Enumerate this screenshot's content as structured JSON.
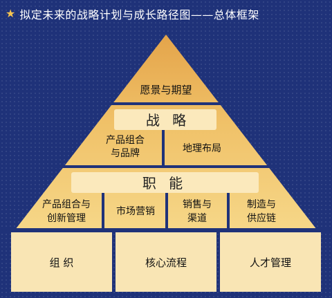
{
  "header": {
    "title": "拟定未来的战略计划与成长路径图——总体框架"
  },
  "pyramid": {
    "vision": "愿景与期望",
    "strategy_band": "战 略",
    "strategy_items": [
      {
        "line1": "产品组合",
        "line2": "与品牌"
      },
      {
        "line1": "地理布局",
        "line2": ""
      }
    ],
    "function_band": "职 能",
    "function_items": [
      {
        "line1": "产品组合与",
        "line2": "创新管理"
      },
      {
        "line1": "市场营销",
        "line2": ""
      },
      {
        "line1": "销售与",
        "line2": "渠道"
      },
      {
        "line1": "制造与",
        "line2": "供应链"
      }
    ],
    "foundation_items": [
      "组 织",
      "核心流程",
      "人才管理"
    ]
  },
  "colors": {
    "background": "#1f3279",
    "pyramid_top": "#e8ac52",
    "pyramid_mid": "#f3c872",
    "pyramid_low": "#f6d888",
    "band": "#fbe9bc",
    "foundation": "#f9e5b4",
    "accent": "#f5c451"
  }
}
